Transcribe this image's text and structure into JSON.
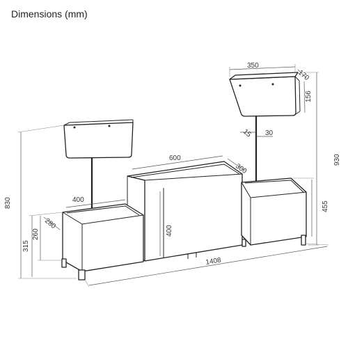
{
  "title": "Dimensions (mm)",
  "dimensions": {
    "small_basket_width": "350",
    "small_basket_depth": "170",
    "small_basket_height": "156",
    "bracket_a": "15",
    "bracket_b": "30",
    "total_height_right": "930",
    "middle_width": "600",
    "middle_depth": "300",
    "right_height": "455",
    "total_height_left": "830",
    "left_width": "400",
    "left_depth": "280",
    "left_box_height": "260",
    "left_leg_height": "315",
    "middle_height": "400",
    "total_length": "1408"
  }
}
